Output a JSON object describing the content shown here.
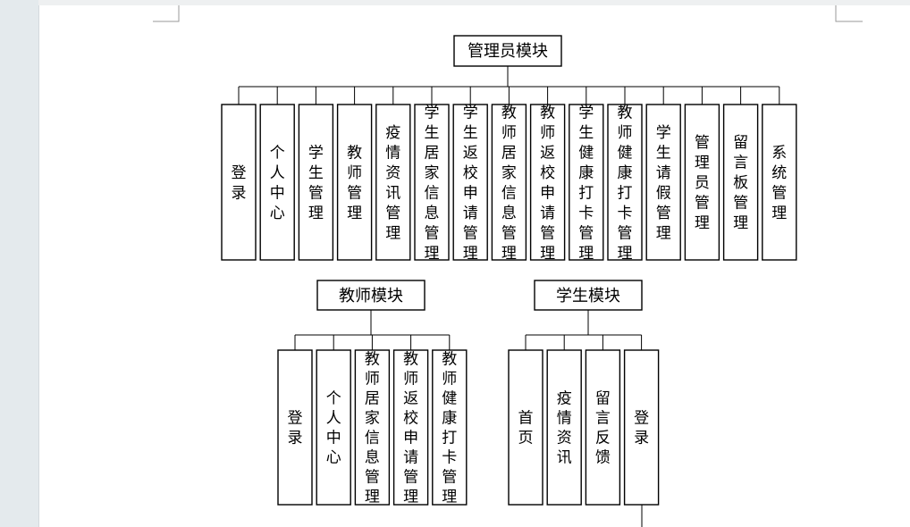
{
  "admin": {
    "title": "管理员模块",
    "items": [
      "登录",
      "个人中心",
      "学生管理",
      "教师管理",
      "疫情资讯管理",
      "学生居家信息管理",
      "学生返校申请管理",
      "教师居家信息管理",
      "教师返校申请管理",
      "学生健康打卡管理",
      "教师健康打卡管理",
      "学生请假管理",
      "管理员管理",
      "留言板管理",
      "系统管理"
    ]
  },
  "teacher": {
    "title": "教师模块",
    "items": [
      "登录",
      "个人中心",
      "教师居家信息管理",
      "教师返校申请管理",
      "教师健康打卡管理"
    ]
  },
  "student": {
    "title": "学生模块",
    "items": [
      "首页",
      "疫情资讯",
      "留言反馈",
      "登录"
    ]
  }
}
